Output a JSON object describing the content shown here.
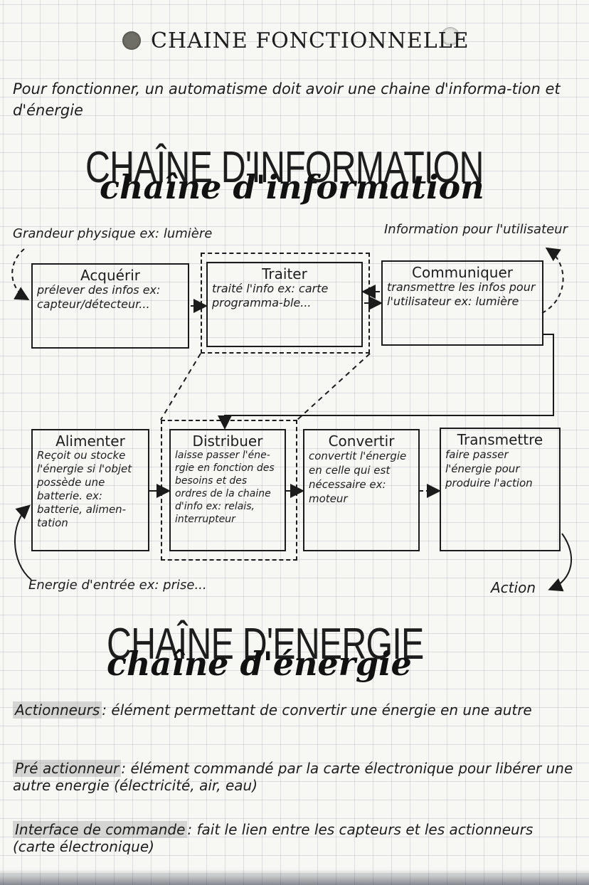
{
  "page_title": "CHAINE FONCTIONNELLE",
  "intro": "Pour fonctionner, un automatisme doit avoir une chaine d'informa-tion et d'énergie",
  "info_chain": {
    "heading": "CHAÎNE D'INFORMATION",
    "script_heading": "chaîne d'information",
    "input_label": "Grandeur physique ex: lumière",
    "output_label": "Information pour l'utilisateur",
    "boxes": [
      {
        "title": "Acquérir",
        "body": "prélever des infos ex: capteur/détecteur..."
      },
      {
        "title": "Traiter",
        "body": "traité l'info ex: carte programma-ble..."
      },
      {
        "title": "Communiquer",
        "body": "transmettre les infos pour l'utilisateur ex: lumière"
      }
    ]
  },
  "energy_chain": {
    "heading": "CHAÎNE D'ENERGIE",
    "script_heading": "chaîne d'énergie",
    "input_label": "Energie d'entrée ex: prise...",
    "output_label": "Action",
    "boxes": [
      {
        "title": "Alimenter",
        "body": "Reçoit ou stocke l'énergie si l'objet possède une batterie. ex: batterie, alimen-tation"
      },
      {
        "title": "Distribuer",
        "body": "laisse passer l'éne-rgie en fonction des besoins et des ordres de la chaine d'info ex: relais, interrupteur"
      },
      {
        "title": "Convertir",
        "body": "convertit l'énergie en celle qui est nécessaire ex: moteur"
      },
      {
        "title": "Transmettre",
        "body": "faire passer l'énergie pour produire l'action"
      }
    ]
  },
  "definitions": [
    {
      "term": "Actionneurs",
      "text": ": élément permettant de convertir une énergie en une autre"
    },
    {
      "term": "Pré actionneur",
      "text": ": élément commandé par la carte électronique pour libérer une autre energie (électricité, air, eau)"
    },
    {
      "term": "Interface de commande",
      "text": ": fait le lien entre les capteurs et les actionneurs (carte électronique)"
    }
  ],
  "colors": {
    "ink": "#1d1d1d",
    "highlight": "#a9a9a9",
    "paper": "#f7f7f4",
    "grid": "#b6b9c3"
  }
}
